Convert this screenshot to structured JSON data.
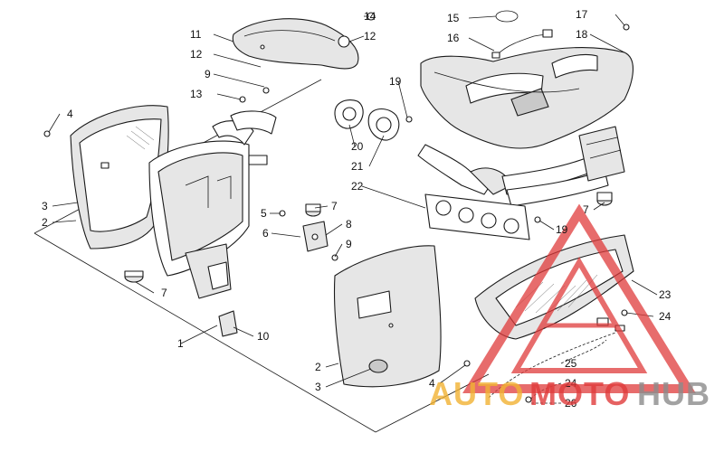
{
  "callouts": {
    "c1": "1",
    "c2a": "2",
    "c2b": "2",
    "c3a": "3",
    "c3b": "3",
    "c4a": "4",
    "c4b": "4",
    "c5": "5",
    "c6": "6",
    "c7a": "7",
    "c7b": "7",
    "c7c": "7",
    "c8": "8",
    "c9a": "9",
    "c9b": "9",
    "c10": "10",
    "c11": "11",
    "c12a": "12",
    "c12b": "12",
    "c13": "13",
    "c14": "14",
    "c15": "15",
    "c16": "16",
    "c17": "17",
    "c18": "18",
    "c19a": "19",
    "c19b": "19",
    "c20": "20",
    "c21": "21",
    "c22": "22",
    "c23": "23",
    "c24a": "24",
    "c24b": "24",
    "c25": "25",
    "c26": "26"
  },
  "watermark": {
    "part1": "AUTO",
    "part2": "MOTO",
    "part3": "HUB",
    "color_orange": "#f2b233",
    "color_red": "#e03b3b",
    "color_gray": "#8c8c8c"
  }
}
